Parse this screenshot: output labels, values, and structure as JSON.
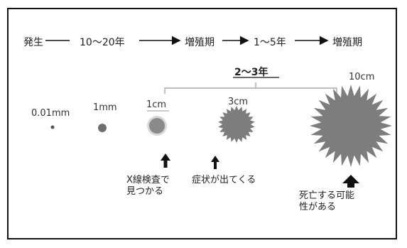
{
  "timeline": {
    "onset": "発生",
    "years_first": "10～20年",
    "growth_period_1": "増殖期",
    "years_second": "1～5年",
    "growth_period_2": "増殖期"
  },
  "bracket_label": "2～3年",
  "stages": [
    {
      "size": "0.01mm"
    },
    {
      "size": "1mm"
    },
    {
      "size": "1cm"
    },
    {
      "size": "3cm"
    },
    {
      "size": "10cm"
    }
  ],
  "notes": {
    "xray": "X線検査で\n見つかる",
    "symptoms": "症状が出てくる",
    "death": "死亡する可能\n性がある"
  },
  "colors": {
    "tumor_fill": "#7d7d7d",
    "tumor_core": "#8a8a8a",
    "tumor_halo": "#d8d8d8",
    "bracket": "#aaaaaa",
    "arrow": "#111111"
  }
}
